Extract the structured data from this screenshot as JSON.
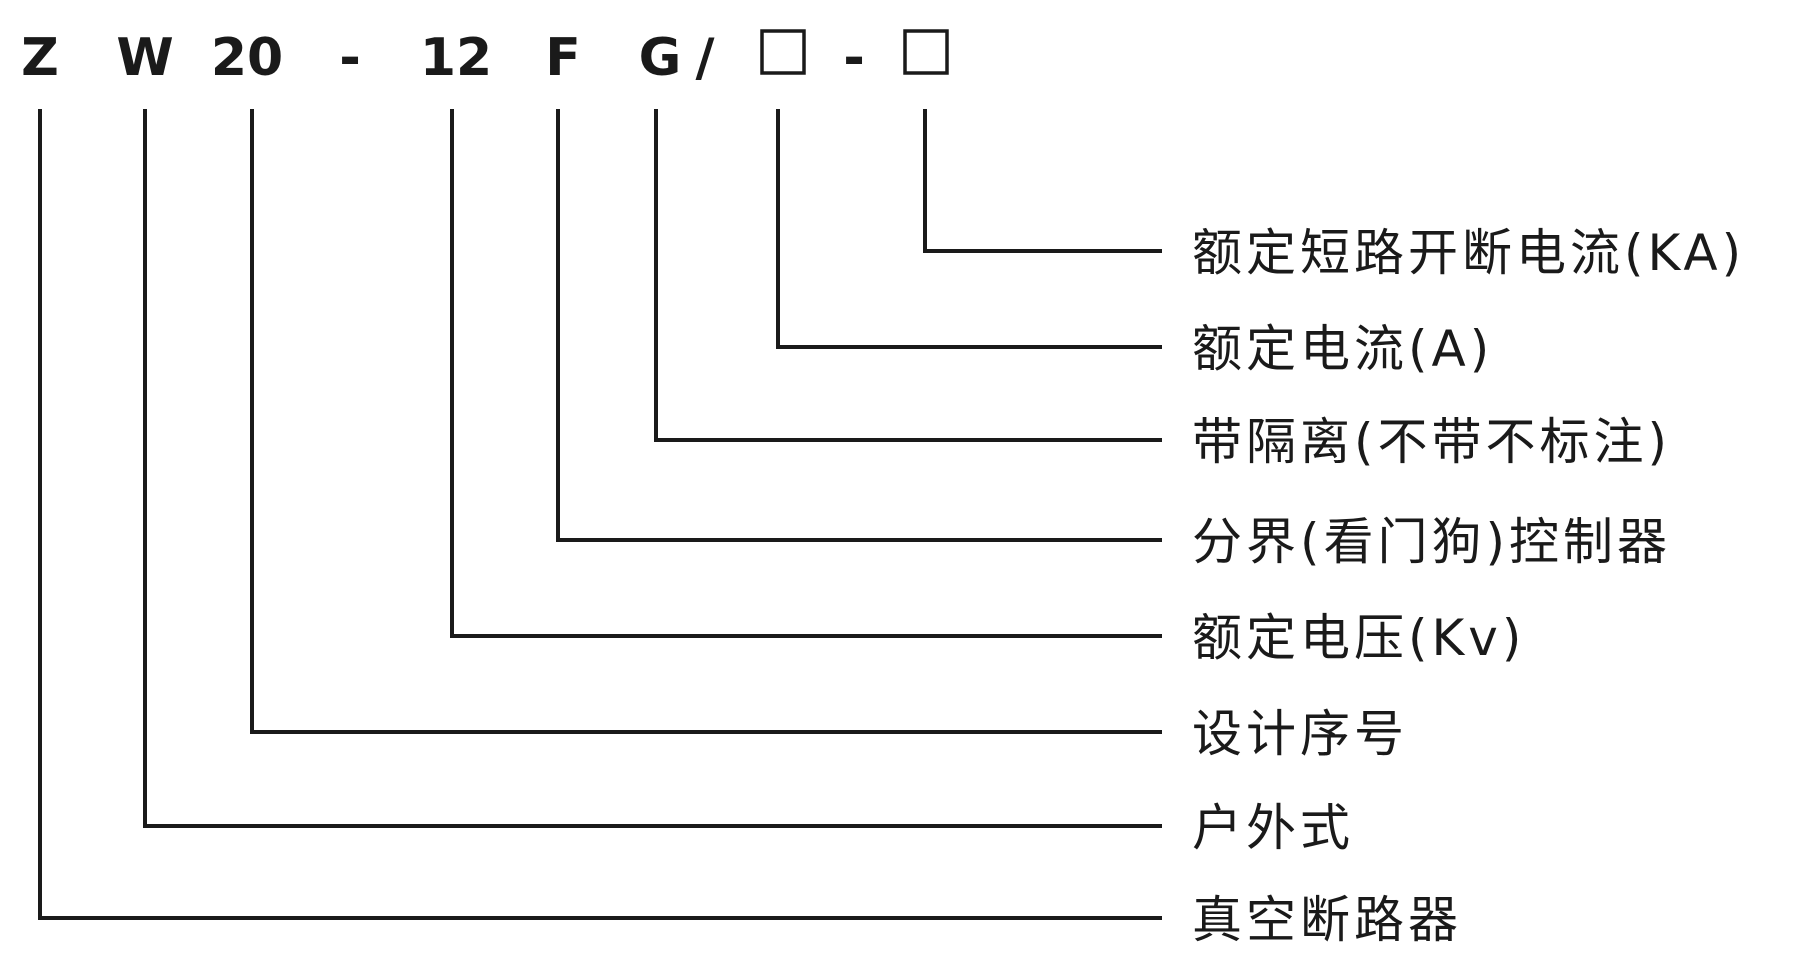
{
  "model_code": {
    "segments": [
      {
        "key": "z",
        "text": "Z"
      },
      {
        "key": "w",
        "text": "W"
      },
      {
        "key": "num",
        "text": "20"
      },
      {
        "key": "dash1",
        "text": "-"
      },
      {
        "key": "voltage",
        "text": "12"
      },
      {
        "key": "f",
        "text": "F"
      },
      {
        "key": "g",
        "text": "G"
      },
      {
        "key": "slash",
        "text": "/"
      },
      {
        "key": "box1",
        "text": "□"
      },
      {
        "key": "dash2",
        "text": "-"
      },
      {
        "key": "box2",
        "text": "□"
      }
    ]
  },
  "labels": [
    {
      "key": "box2",
      "text": "额定短路开断电流(KA)"
    },
    {
      "key": "box1",
      "text": "额定电流(A)"
    },
    {
      "key": "g",
      "text": "带隔离(不带不标注)"
    },
    {
      "key": "f",
      "text": "分界(看门狗)控制器"
    },
    {
      "key": "voltage",
      "text": "额定电压(Kv)"
    },
    {
      "key": "num",
      "text": "设计序号"
    },
    {
      "key": "w",
      "text": "户外式"
    },
    {
      "key": "z",
      "text": "真空断路器"
    }
  ]
}
